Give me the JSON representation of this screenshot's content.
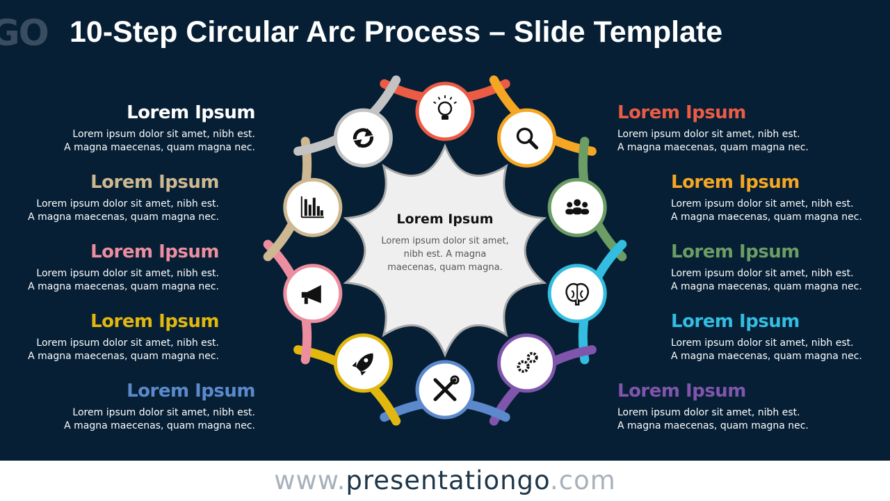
{
  "title": "10-Step Circular Arc Process – Slide Template",
  "logo_fragment": "GO",
  "center": {
    "title": "Lorem Ipsum",
    "desc": "Lorem ipsum dolor sit amet, nibh est. A magna maecenas, quam magna."
  },
  "steps": [
    {
      "color": "#ec5c45",
      "icon": "lightbulb-icon",
      "title": "Lorem Ipsum",
      "desc1": "Lorem ipsum dolor sit amet, nibh est.",
      "desc2": "A magna maecenas, quam magna nec."
    },
    {
      "color": "#f5a623",
      "icon": "magnifier-icon",
      "title": "Lorem Ipsum",
      "desc1": "Lorem ipsum dolor sit amet, nibh est.",
      "desc2": "A magna maecenas, quam magna nec."
    },
    {
      "color": "#6b9d64",
      "icon": "team-icon",
      "title": "Lorem Ipsum",
      "desc1": "Lorem ipsum dolor sit amet, nibh est.",
      "desc2": "A magna maecenas, quam magna nec."
    },
    {
      "color": "#33bde0",
      "icon": "brain-icon",
      "title": "Lorem Ipsum",
      "desc1": "Lorem ipsum dolor sit amet, nibh est.",
      "desc2": "A magna maecenas, quam magna nec."
    },
    {
      "color": "#7f56ab",
      "icon": "gears-icon",
      "title": "Lorem Ipsum",
      "desc1": "Lorem ipsum dolor sit amet, nibh est.",
      "desc2": "A magna maecenas, quam magna nec."
    },
    {
      "color": "#5b89cb",
      "icon": "tools-icon",
      "title": "",
      "desc1": "",
      "desc2": ""
    },
    {
      "color": "#e2b80f",
      "icon": "rocket-icon",
      "title": "Lorem Ipsum",
      "desc1": "Lorem ipsum dolor sit amet, nibh est.",
      "desc2": "A magna maecenas, quam magna nec."
    },
    {
      "color": "#ec8ea0",
      "icon": "megaphone-icon",
      "title": "Lorem Ipsum",
      "desc1": "Lorem ipsum dolor sit amet, nibh est.",
      "desc2": "A magna maecenas, quam magna nec."
    },
    {
      "color": "#cdb891",
      "icon": "bar-chart-icon",
      "title": "Lorem Ipsum",
      "desc1": "Lorem ipsum dolor sit amet, nibh est.",
      "desc2": "A magna maecenas, quam magna nec."
    },
    {
      "color": "#c3c3c3",
      "icon": "refresh-icon",
      "title": "Lorem Ipsum",
      "desc1": "Lorem ipsum dolor sit amet, nibh est.",
      "desc2": "A magna maecenas, quam magna nec."
    }
  ],
  "extra_label": {
    "color": "#5b89cb",
    "title": "Lorem Ipsum",
    "desc1": "Lorem ipsum dolor sit amet, nibh est.",
    "desc2": "A magna maecenas, quam magna nec."
  },
  "footer": {
    "www": "www.",
    "brand": "presentationgo",
    ".com": ".com"
  }
}
